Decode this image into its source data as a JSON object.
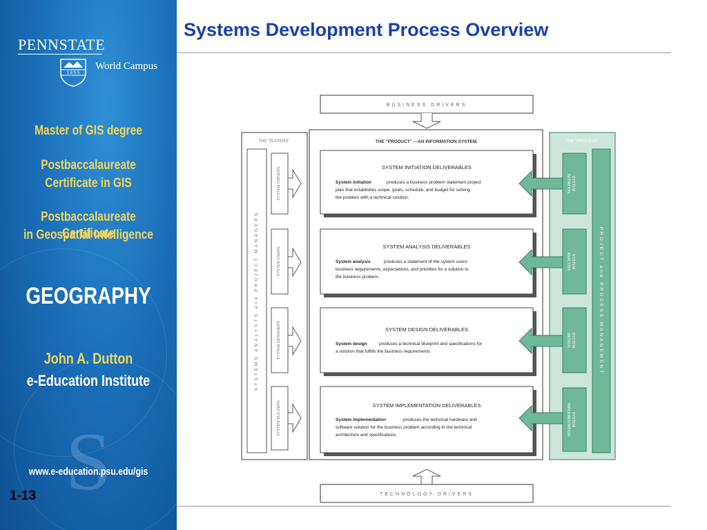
{
  "sidebar": {
    "brand": "PENNSTATE",
    "shield_year": "1 8 5 5",
    "campus": "World Campus",
    "program_1": "Master of GIS degree",
    "program_2_line1": "Postbaccalaureate",
    "program_2_line2": "Certificate in GIS",
    "program_3_line1": "Postbaccalaureate Certificate",
    "program_3_line2": "in Geospatial Intelligence",
    "department": "GEOGRAPHY",
    "institute_line1": "John A. Dutton",
    "institute_line2": "e-Education Institute",
    "url": "www.e-education.psu.edu/gis",
    "colors": {
      "background": "#1a6fb8",
      "accent_text": "#f2d45c"
    }
  },
  "slide": {
    "title": "Systems Development Process Overview",
    "number": "1-13",
    "title_color": "#1a3fb0"
  },
  "diagram": {
    "business_drivers": "BUSINESS DRIVERS",
    "technology_drivers": "TECHNOLOGY DRIVERS",
    "players_label": "THE \"PLAYERS\"",
    "process_label": "THE \"PROCESS\"",
    "product_label": "THE \"PRODUCT\"   —AN INFORMATION SYSTEM",
    "players_vertical": "SYSTEMS ANALYSTS and PROJECT MANAGERS",
    "process_vertical": "PROJECT and PROCESS MANAGEMENT",
    "process_color": "#6fb89a",
    "stages": [
      {
        "player": "SYSTEM OWNERS",
        "heading": "SYSTEM INITIATION DELIVERABLES",
        "term": "System initiation",
        "desc_line1": "produces a business problem statement project",
        "desc_line2": "plan that establishes scope, goals, schedule, and budget for solving",
        "desc_line3": "the problem with a technical solution.",
        "process_line1": "SYSTEM",
        "process_line2": "INITIATION"
      },
      {
        "player": "SYSTEM USERS",
        "heading": "SYSTEM ANALYSIS DELIVERABLES",
        "term": "System analysis",
        "desc_line1": "produces a statement of the system users'",
        "desc_line2": "business requirements, expectations, and priorities for a solution to",
        "desc_line3": "the business problem.",
        "process_line1": "SYSTEM",
        "process_line2": "ANALYSIS"
      },
      {
        "player": "SYSTEM DESIGNERS",
        "heading": "SYSTEM DESIGN DELIVERABLES",
        "term": "System design",
        "desc_line1": "produces a technical blueprint and specifications for",
        "desc_line2": "a solution that fulfills the business requirements.",
        "desc_line3": "",
        "process_line1": "SYSTEM",
        "process_line2": "DESIGN"
      },
      {
        "player": "SYSTEM BUILDERS",
        "heading": "SYSTEM IMPLEMENTATION DELIVERABLES",
        "term": "System implementation",
        "desc_line1": "produces the technical hardware and",
        "desc_line2": "software solution for the business problem according to the technical",
        "desc_line3": "architecture and specifications.",
        "process_line1": "SYSTEM",
        "process_line2": "IMPLEMENTATION"
      }
    ]
  }
}
